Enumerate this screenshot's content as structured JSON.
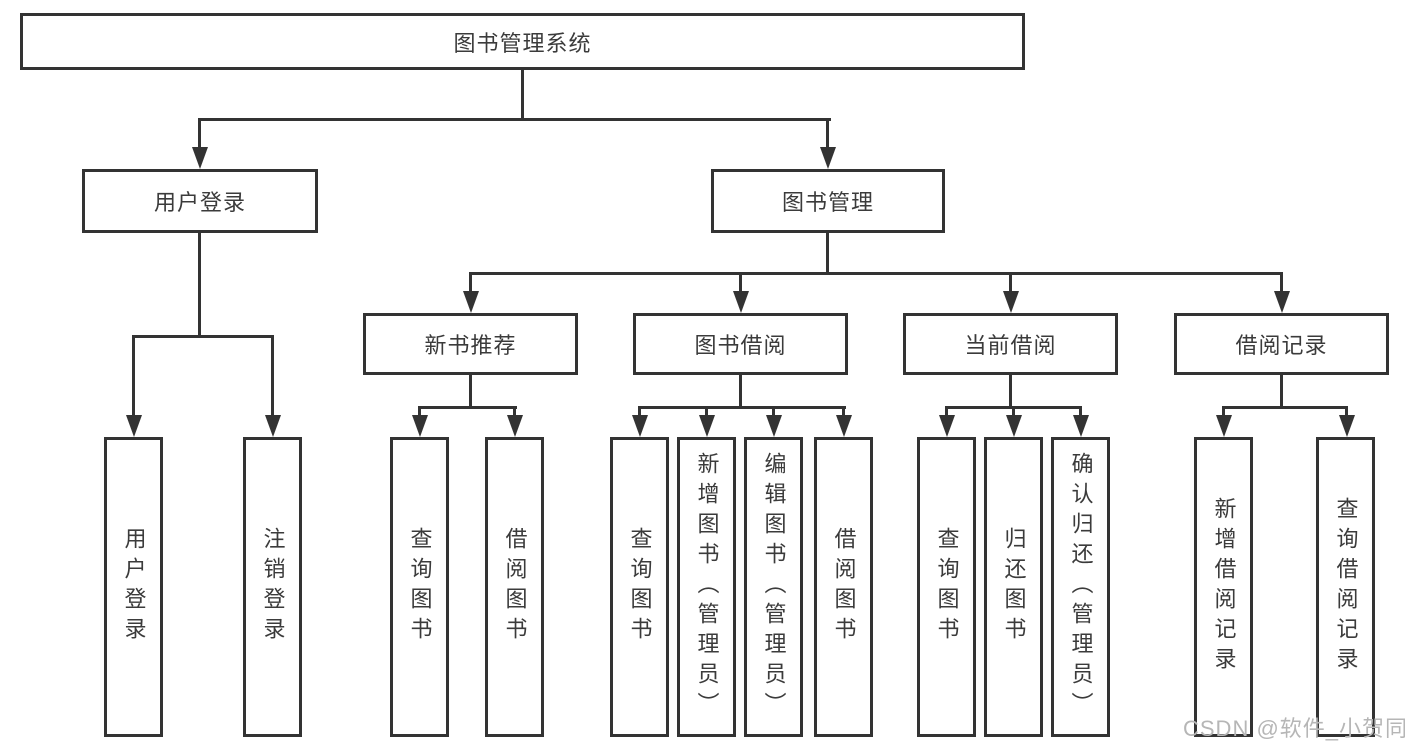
{
  "tree": {
    "label": "图书管理系统",
    "children": [
      {
        "label": "用户登录",
        "children": [
          {
            "label": "用户登录"
          },
          {
            "label": "注销登录"
          }
        ]
      },
      {
        "label": "图书管理",
        "children": [
          {
            "label": "新书推荐",
            "children": [
              {
                "label": "查询图书"
              },
              {
                "label": "借阅图书"
              }
            ]
          },
          {
            "label": "图书借阅",
            "children": [
              {
                "label": "查询图书"
              },
              {
                "label": "新增图书（管理员）"
              },
              {
                "label": "编辑图书（管理员）"
              },
              {
                "label": "借阅图书"
              }
            ]
          },
          {
            "label": "当前借阅",
            "children": [
              {
                "label": "查询图书"
              },
              {
                "label": "归还图书"
              },
              {
                "label": "确认归还（管理员）"
              }
            ]
          },
          {
            "label": "借阅记录",
            "children": [
              {
                "label": "新增借阅记录"
              },
              {
                "label": "查询借阅记录"
              }
            ]
          }
        ]
      }
    ]
  },
  "watermark": {
    "text": "CSDN @软件_小贺同学"
  },
  "colors": {
    "line": "#333333",
    "text": "#3b3b3b",
    "watermark": "#b6b6b6",
    "background": "#ffffff"
  }
}
